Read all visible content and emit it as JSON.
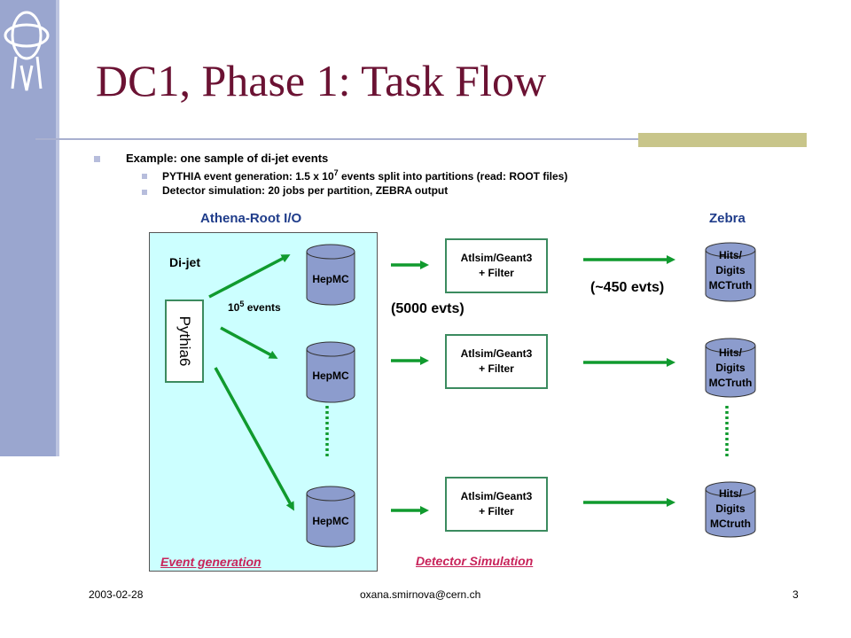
{
  "title": "DC1, Phase 1: Task Flow",
  "bullets": {
    "main": "Example: one sample of di-jet events",
    "sub1_pre": "PYTHIA event generation: 1.5 x 10",
    "sub1_sup": "7",
    "sub1_post": " events split into partitions (read: ROOT files)",
    "sub2": "Detector simulation: 20 jobs per partition, ZEBRA output"
  },
  "headers": {
    "athena": "Athena-Root I/O",
    "zebra": "Zebra"
  },
  "generation": {
    "dijet": "Di-jet",
    "pythia": "Pythia6",
    "events_base": "10",
    "events_exp": "5",
    "events_suffix": " events",
    "hepmc": [
      "HepMC",
      "HepMC",
      "HepMC"
    ],
    "caption": "Event generation"
  },
  "simulation": {
    "boxes": [
      "Atlsim/Geant3\n+ Filter",
      "Atlsim/Geant3\n+ Filter",
      "Atlsim/Geant3\n+ Filter"
    ],
    "input_count": "(5000 evts)",
    "output_count": "(~450 evts)",
    "caption": "Detector Simulation"
  },
  "outputs": [
    "Hits/\nDigits\nMCTruth",
    "Hits/\nDigits\nMCTruth",
    "Hits/\nDigits\nMCtruth"
  ],
  "footer": {
    "date": "2003-02-28",
    "email": "oxana.smirnova@cern.ch",
    "page": "3"
  },
  "colors": {
    "title": "#6b1233",
    "arrow": "#109a2e",
    "header": "#1f3c8a",
    "caption": "#c8235a",
    "cylinder": "#8c9ccd",
    "gen_box": "#ccffff"
  }
}
